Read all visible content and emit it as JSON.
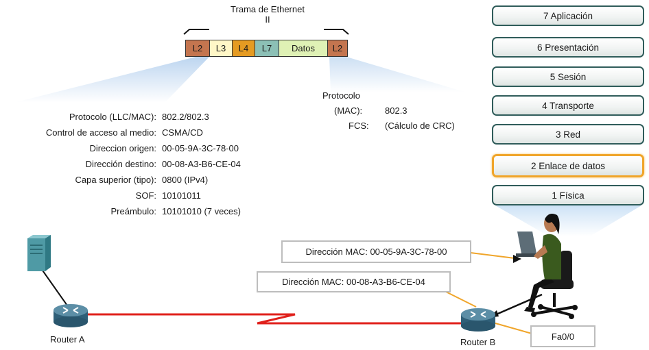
{
  "frame": {
    "title_line1": "Trama de Ethernet",
    "title_line2": "II",
    "cells": [
      {
        "label": "L2",
        "color": "#c4754f"
      },
      {
        "label": "L3",
        "color": "#fff7c7"
      },
      {
        "label": "L4",
        "color": "#e59b22"
      },
      {
        "label": "L7",
        "color": "#8cc0b6"
      },
      {
        "label": "Datos",
        "color": "#dff1b5"
      },
      {
        "label": "L2",
        "color": "#c4754f"
      }
    ]
  },
  "header_fields": [
    {
      "label": "Protocolo (LLC/MAC):",
      "value": "802.2/802.3"
    },
    {
      "label": "Control de acceso al medio:",
      "value": "CSMA/CD"
    },
    {
      "label": "Direccion origen:",
      "value": "00-05-9A-3C-78-00"
    },
    {
      "label": "Dirección destino:",
      "value": "00-08-A3-B6-CE-04"
    },
    {
      "label": "Capa superior (tipo):",
      "value": "0800 (IPv4)"
    },
    {
      "label": "SOF:",
      "value": "10101011"
    },
    {
      "label": "Preámbulo:",
      "value": "10101010 (7 veces)"
    }
  ],
  "trailer_fields": {
    "protocol_line1": "Protocolo",
    "protocol_line2": "(MAC):",
    "protocol_value": "802.3",
    "fcs_label": "FCS:",
    "fcs_value": "(Cálculo de CRC)"
  },
  "osi_layers": [
    {
      "label": "7 Aplicación",
      "highlighted": false
    },
    {
      "label": "6 Presentación",
      "highlighted": false
    },
    {
      "label": "5 Sesión",
      "highlighted": false
    },
    {
      "label": "4 Transporte",
      "highlighted": false
    },
    {
      "label": "3 Red",
      "highlighted": false
    },
    {
      "label": "2 Enlace de datos",
      "highlighted": true
    },
    {
      "label": "1 Física",
      "highlighted": false
    }
  ],
  "callouts": {
    "source_mac": "Dirección MAC: 00-05-9A-3C-78-00",
    "dest_mac": "Dirección MAC: 00-08-A3-B6-CE-04",
    "interface": "Fa0/0"
  },
  "devices": {
    "router_a": "Router A",
    "router_b": "Router B",
    "server_icon": "server-icon",
    "router_icon": "router-icon",
    "user_icon": "user-at-computer-icon"
  },
  "colors": {
    "wan_link": "#e0201b",
    "highlight": "#f0a52a",
    "osi_border": "#2f5c5a",
    "router": "#3f6f89",
    "server": "#4f9aa5"
  }
}
